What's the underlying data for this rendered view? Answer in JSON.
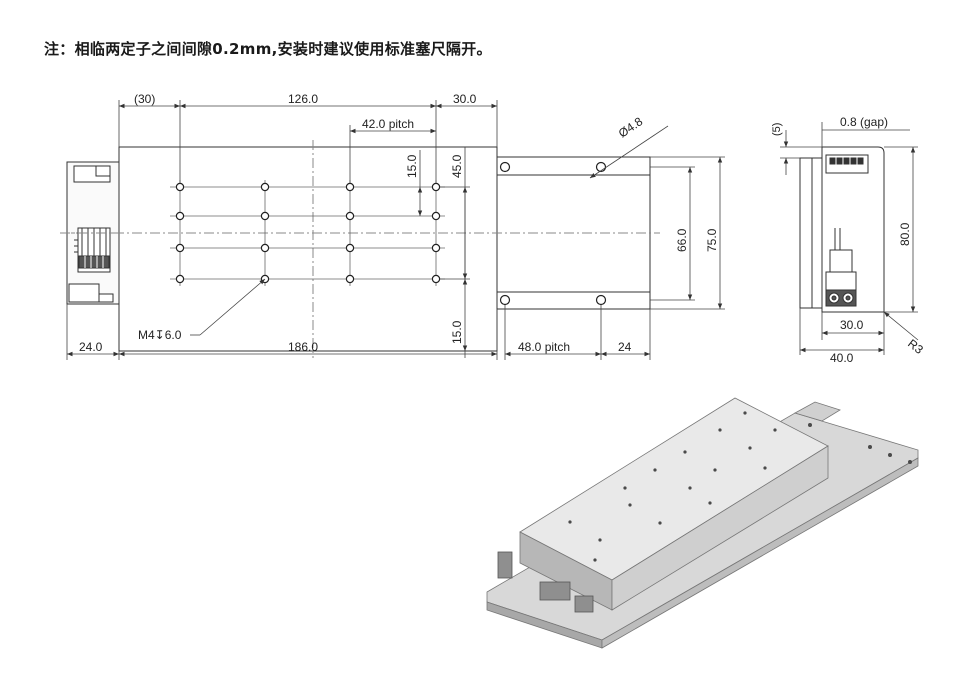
{
  "note": "注：相临两定子之间间隙0.2mm,安装时建议使用标准塞尺隔开。",
  "colors": {
    "line": "#333333",
    "dim": "#444444",
    "center": "#888888",
    "body_fill": "#e4e4e4",
    "top_fill": "#c6c6c6"
  },
  "front_view": {
    "dims": {
      "top_30": "(30)",
      "top_126": "126.0",
      "top_30r": "30.0",
      "pitch42": "42.0  pitch",
      "v15_top": "15.0",
      "v45": "45.0",
      "v15_bottom": "15.0",
      "hole_dia": "Ø4.8",
      "v66": "66.0",
      "v75": "75.0",
      "b24": "24.0",
      "b186": "186.0",
      "b48": "48.0 pitch",
      "b24r": "24",
      "m4": "M4↧6.0"
    }
  },
  "side_view": {
    "dims": {
      "s5": "(5)",
      "gap": "0.8 (gap)",
      "h80": "80.0",
      "w30": "30.0",
      "w40": "40.0",
      "r3": "R3"
    }
  }
}
